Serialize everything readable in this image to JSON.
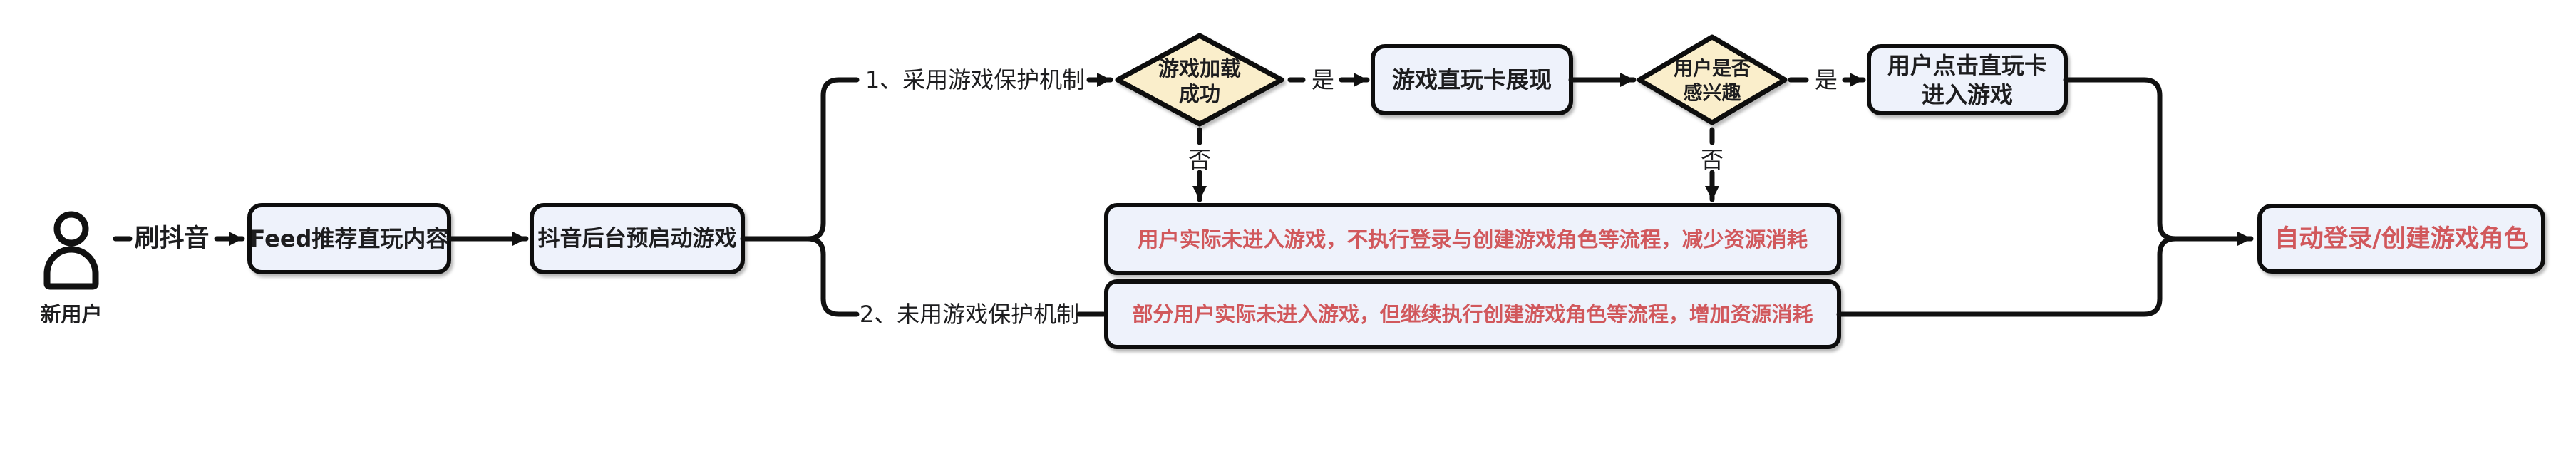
{
  "flowchart": {
    "actor": {
      "label": "新用户"
    },
    "labels": {
      "browse": "刷抖音",
      "branch1": "1、采用游戏保护机制",
      "branch2": "2、未用游戏保护机制",
      "yes": "是",
      "no": "否"
    },
    "nodes": {
      "feed": {
        "label": "Feed推荐直玩内容"
      },
      "prelaunch": {
        "label": "抖音后台预启动游戏"
      },
      "load_decision": {
        "line1": "游戏加载",
        "line2": "成功"
      },
      "card_show": {
        "label": "游戏直玩卡展现"
      },
      "interest_decision": {
        "line1": "用户是否",
        "line2": "感兴趣"
      },
      "click_card": {
        "line1": "用户点击直玩卡",
        "line2": "进入游戏"
      },
      "outcome_protected": {
        "label": "用户实际未进入游戏，不执行登录与创建游戏角色等流程，减少资源消耗"
      },
      "outcome_unprotected": {
        "label": "部分用户实际未进入游戏，但继续执行创建游戏角色等流程，增加资源消耗"
      },
      "auto_login": {
        "label": "自动登录/创建游戏角色"
      }
    },
    "colors": {
      "node_fill": "#eef2fb",
      "decision_fill": "#faeecb",
      "stroke": "#111111",
      "text": "#1d1d1f",
      "alert_text": "#d1585c",
      "background": "#ffffff"
    }
  }
}
